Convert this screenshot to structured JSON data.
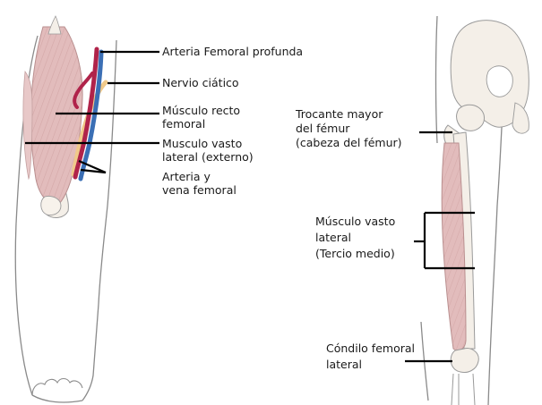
{
  "labels": {
    "arteria_femoral_profunda": "Arteria Femoral profunda",
    "nervio_ciatico": "Nervio ciático",
    "musculo_recto_1": "Músculo recto",
    "musculo_recto_2": "femoral",
    "vasto_externo_1": "Musculo vasto",
    "vasto_externo_2": "lateral (externo)",
    "arteria_vena_1": "Arteria y",
    "arteria_vena_2": "vena femoral",
    "trocante_1": "Trocante mayor",
    "trocante_2": "del fémur",
    "trocante_3": "(cabeza del fémur)",
    "vasto_tercio_1": "Músculo vasto",
    "vasto_tercio_2": "lateral",
    "vasto_tercio_3": "(Tercio medio)",
    "condilo_1": "Cóndilo femoral",
    "condilo_2": "lateral"
  },
  "colors": {
    "outline": "#8a8a8a",
    "bone_fill": "#f4efe8",
    "skin_fill": "#ffffff",
    "muscle_fill": "#e2bcbc",
    "muscle_stripe": "#c99a9a",
    "artery": "#b0234a",
    "vein": "#3b6fb5",
    "nerve": "#f0c98a",
    "leader": "#000000"
  }
}
